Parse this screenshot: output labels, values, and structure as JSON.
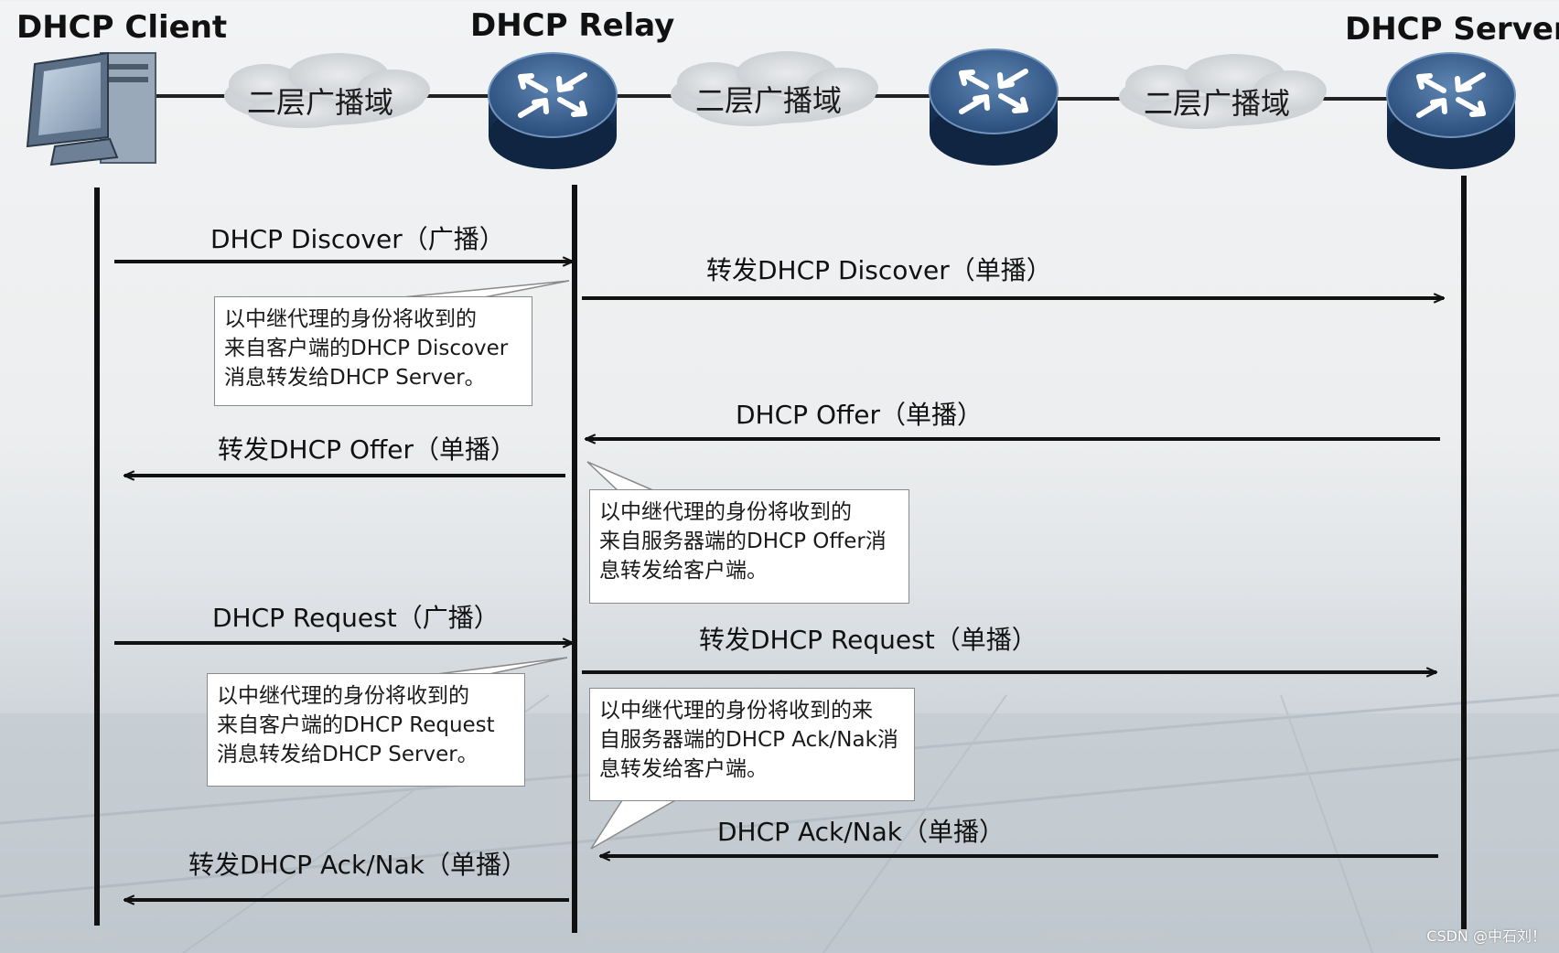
{
  "nodes": {
    "client": "DHCP Client",
    "relay": "DHCP Relay",
    "server": "DHCP Server"
  },
  "clouds": [
    "二层广播域",
    "二层广播域",
    "二层广播域"
  ],
  "messages": {
    "m1": "DHCP Discover（广播）",
    "m2": "转发DHCP Discover（单播）",
    "m3": "DHCP Offer（单播）",
    "m4": "转发DHCP Offer（单播）",
    "m5": "DHCP Request（广播）",
    "m6": "转发DHCP Request（单播）",
    "m7": "DHCP Ack/Nak（单播）",
    "m8": "转发DHCP Ack/Nak（单播）"
  },
  "notes": {
    "n1": [
      "以中继代理的身份将收到的",
      "来自客户端的DHCP Discover",
      "消息转发给DHCP Server。"
    ],
    "n2": [
      "以中继代理的身份将收到的",
      "来自服务器端的DHCP Offer消",
      "息转发给客户端。"
    ],
    "n3": [
      "以中继代理的身份将收到的",
      "来自客户端的DHCP Request",
      "消息转发给DHCP Server。"
    ],
    "n4": [
      "以中继代理的身份将收到的来",
      "自服务器端的DHCP Ack/Nak消",
      "息转发给客户端。"
    ]
  },
  "watermark": "CSDN @中石刘！",
  "icons": {
    "client": "computer-icon",
    "router": "router-icon",
    "cloud": "cloud-icon"
  }
}
